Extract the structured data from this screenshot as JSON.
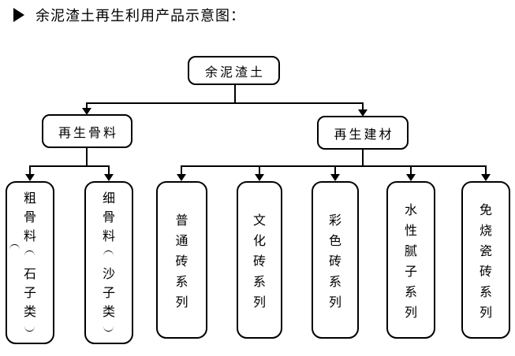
{
  "title": {
    "bullet_icon": "right-triangle",
    "text": "余泥渣土再生利用产品示意图："
  },
  "colors": {
    "line": "#000000",
    "box_border": "#000000",
    "box_fill": "#ffffff",
    "text": "#000000"
  },
  "diagram": {
    "type": "flowchart-tree",
    "root": "余泥渣土",
    "branches": [
      {
        "label": "再生骨料",
        "children": [
          {
            "label": "粗骨料（石子类）",
            "overflow_glyph": "（"
          },
          {
            "label": "细骨料（沙子类）"
          }
        ]
      },
      {
        "label": "再生建材",
        "children": [
          {
            "label": "普通砖系列"
          },
          {
            "label": "文化砖系列"
          },
          {
            "label": "彩色砖系列"
          },
          {
            "label": "水性腻子系列"
          },
          {
            "label": "免烧瓷砖系列"
          }
        ]
      }
    ]
  }
}
